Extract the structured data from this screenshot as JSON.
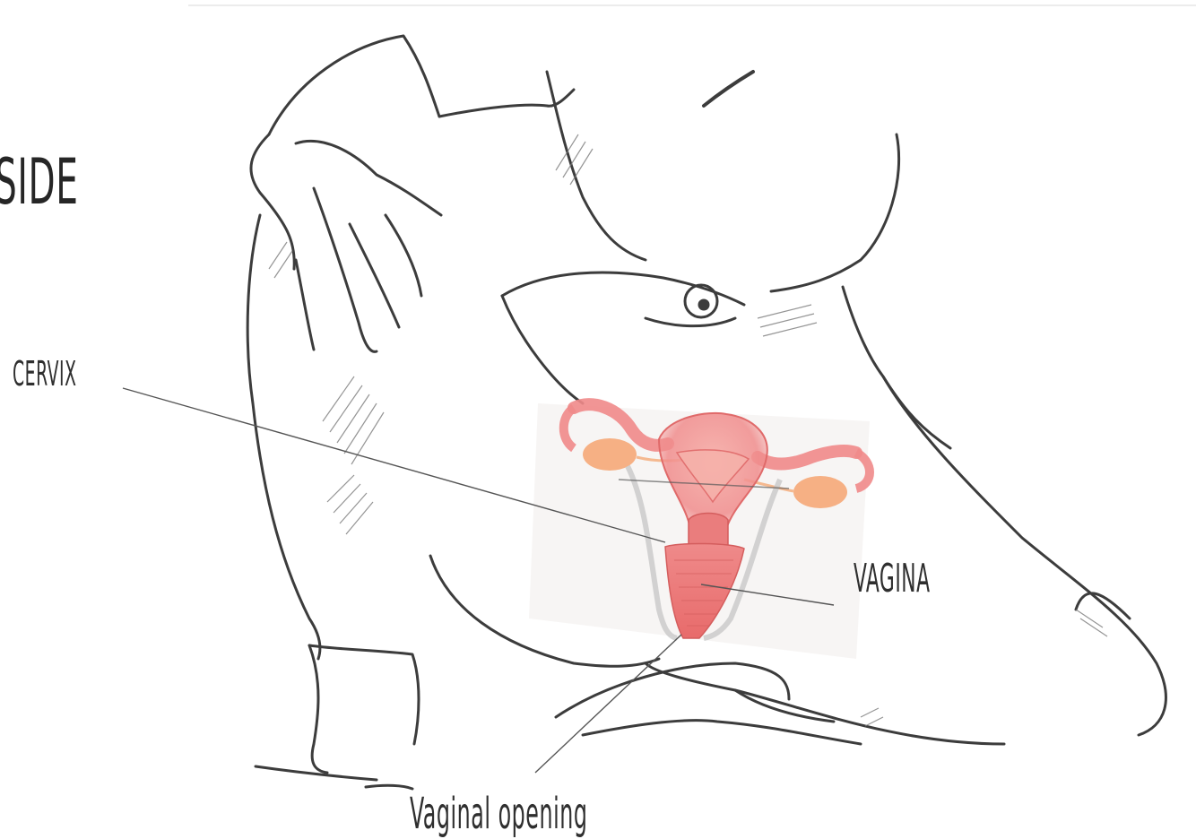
{
  "title": {
    "line_1": "?",
    "line_2": "SIDE"
  },
  "labels": {
    "cervix": "CERVIX",
    "vagina": "VAGINA",
    "vaginal_opening": "Vaginal opening"
  },
  "colors": {
    "ink": "#2f2f2f",
    "organ_fill": "#f08c8c",
    "organ_stroke": "#e06a6a",
    "ovary": "#f5a878",
    "leader_line": "#555555"
  }
}
